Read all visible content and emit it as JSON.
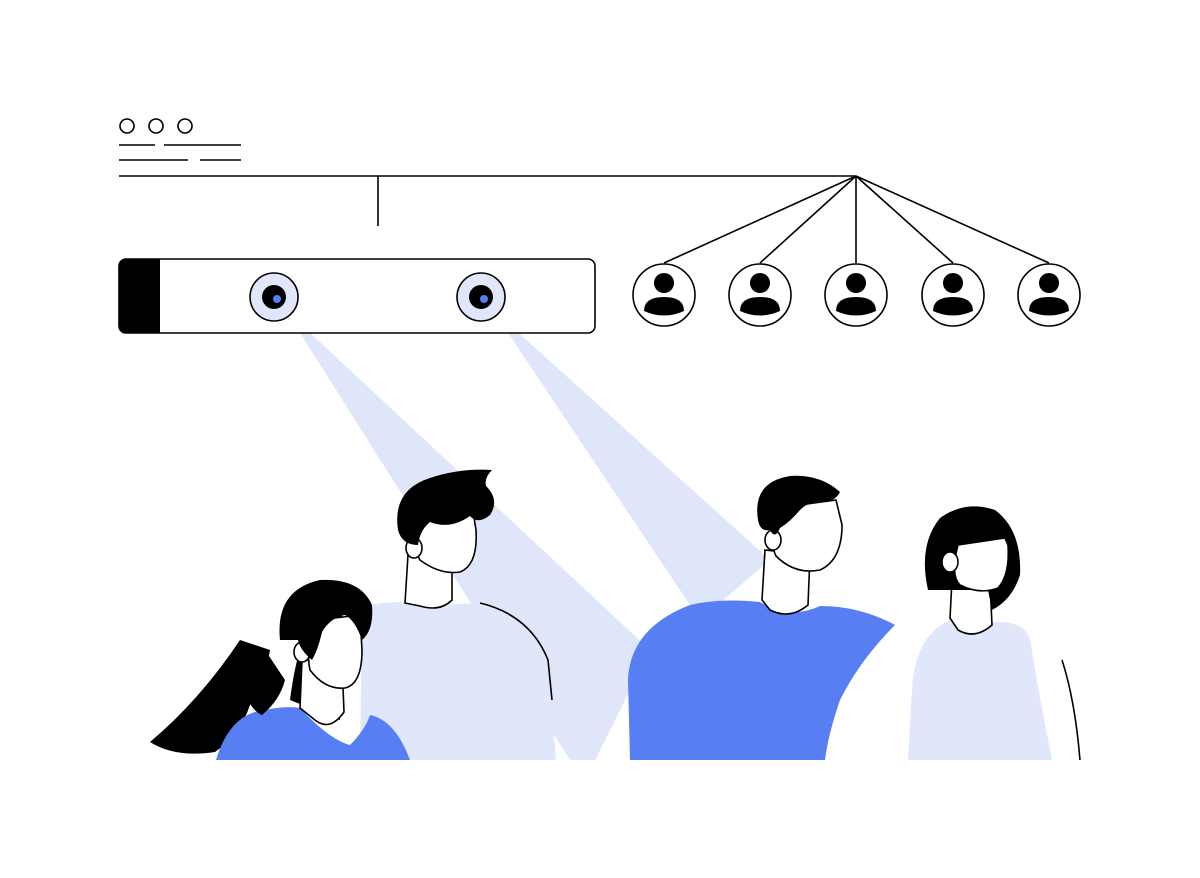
{
  "colors": {
    "background": "#ffffff",
    "ink": "#000000",
    "accent_blue": "#587ef3",
    "light_blue": "#e1e7fb",
    "beam": "#dfe6fa"
  },
  "icons": {
    "window_controls": [
      "circle",
      "circle",
      "circle"
    ],
    "camera_lenses": [
      "camera-lens-icon",
      "camera-lens-icon"
    ],
    "user_profiles": [
      "user-icon",
      "user-icon",
      "user-icon",
      "user-icon",
      "user-icon"
    ]
  },
  "people": [
    {
      "name": "woman-with-braid",
      "shirt": "accent_blue"
    },
    {
      "name": "man-light-shirt",
      "shirt": "light_blue"
    },
    {
      "name": "man-blue-shirt",
      "shirt": "accent_blue"
    },
    {
      "name": "woman-bob-hair",
      "shirt": "light_blue"
    }
  ]
}
